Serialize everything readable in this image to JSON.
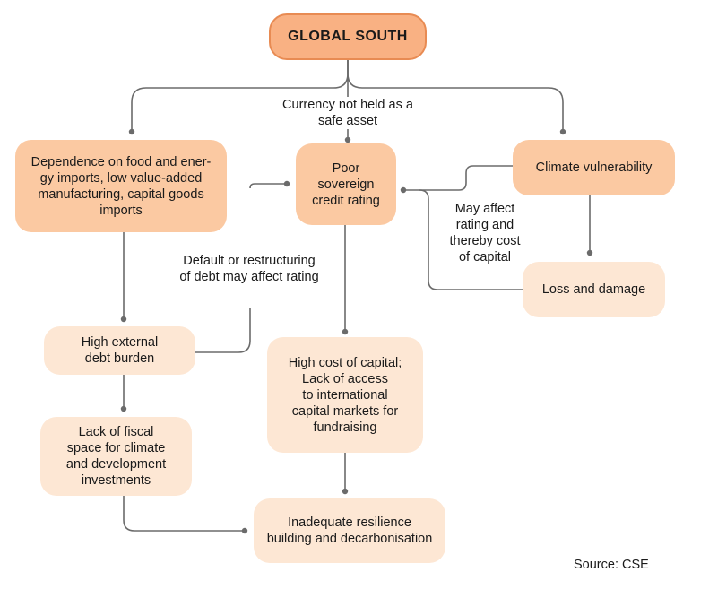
{
  "title": "GLOBAL SOUTH",
  "nodes": {
    "dependence": "Dependence on food and ener-\ngy imports, low value-added\nmanufacturing, capital goods\nimports",
    "poor_rating": "Poor\nsovereign\ncredit rating",
    "climate_vulnerability": "Climate vulnerability",
    "high_debt": "High external\ndebt burden",
    "high_cost": "High cost of capital;\nLack of access\nto international\ncapital markets for\nfundraising",
    "loss_damage": "Loss and damage",
    "fiscal_space": "Lack of fiscal\nspace for climate\nand development\ninvestments",
    "inadequate": "Inadequate resilience\nbuilding and decarbonisation"
  },
  "labels": {
    "currency": "Currency not held as a\nsafe asset",
    "default": "Default or restructuring\nof debt may affect rating",
    "may_affect": "May affect\nrating and\nthereby cost\nof capital"
  },
  "source": "Source: CSE",
  "colors": {
    "root_fill": "#f9b183",
    "root_border": "#e88b53",
    "medium_fill": "#fbc9a2",
    "light_fill": "#fde7d4",
    "connector": "#6b6b6b"
  }
}
